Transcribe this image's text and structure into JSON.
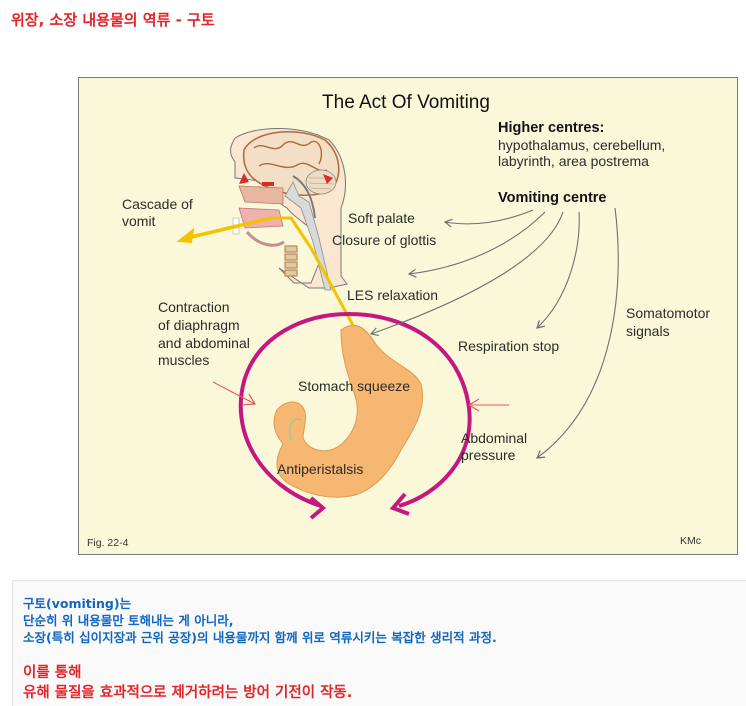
{
  "page": {
    "title": "위장, 소장 내용물의 역류 - 구토"
  },
  "figure": {
    "title": "The Act Of Vomiting",
    "higher_centres": {
      "heading": "Higher centres:",
      "line1": "hypothalamus, cerebellum,",
      "line2": "labyrinth, area postrema"
    },
    "vomiting_centre": "Vomiting centre",
    "labels": {
      "cascade_1": "Cascade of",
      "cascade_2": "vomit",
      "soft_palate": "Soft palate",
      "closure_glottis": "Closure of glottis",
      "les_relaxation": "LES relaxation",
      "contraction_1": "Contraction",
      "contraction_2": "of diaphragm",
      "contraction_3": "and abdominal",
      "contraction_4": "muscles",
      "somatomotor_1": "Somatomotor",
      "somatomotor_2": "signals",
      "respiration_stop": "Respiration stop",
      "stomach_squeeze": "Stomach squeeze",
      "abdominal_1": "Abdominal",
      "abdominal_2": "pressure",
      "antiperistalsis": "Antiperistalsis"
    },
    "fig_number": "Fig. 22-4",
    "credit": "KMc"
  },
  "caption": {
    "line1": "구토(vomiting)는",
    "line2": "단순히 위 내용물만 토해내는 게 아니라,",
    "line3": "소장(특히 십이지장과 근위 공장)의 내용물까지 함께 위로 역류시키는 복잡한 생리적 과정.",
    "line4": "이를 통해",
    "line5": "유해 물질을 효과적으로 제거하려는 방어 기전이 작동."
  },
  "colors": {
    "title_red": "#e0262b",
    "caption_blue": "#1167c0",
    "panel_bg": "#fbf8da",
    "magenta": "#c4177f",
    "vomit_yellow": "#f3c300",
    "stomach_orange": "#f5b771"
  }
}
